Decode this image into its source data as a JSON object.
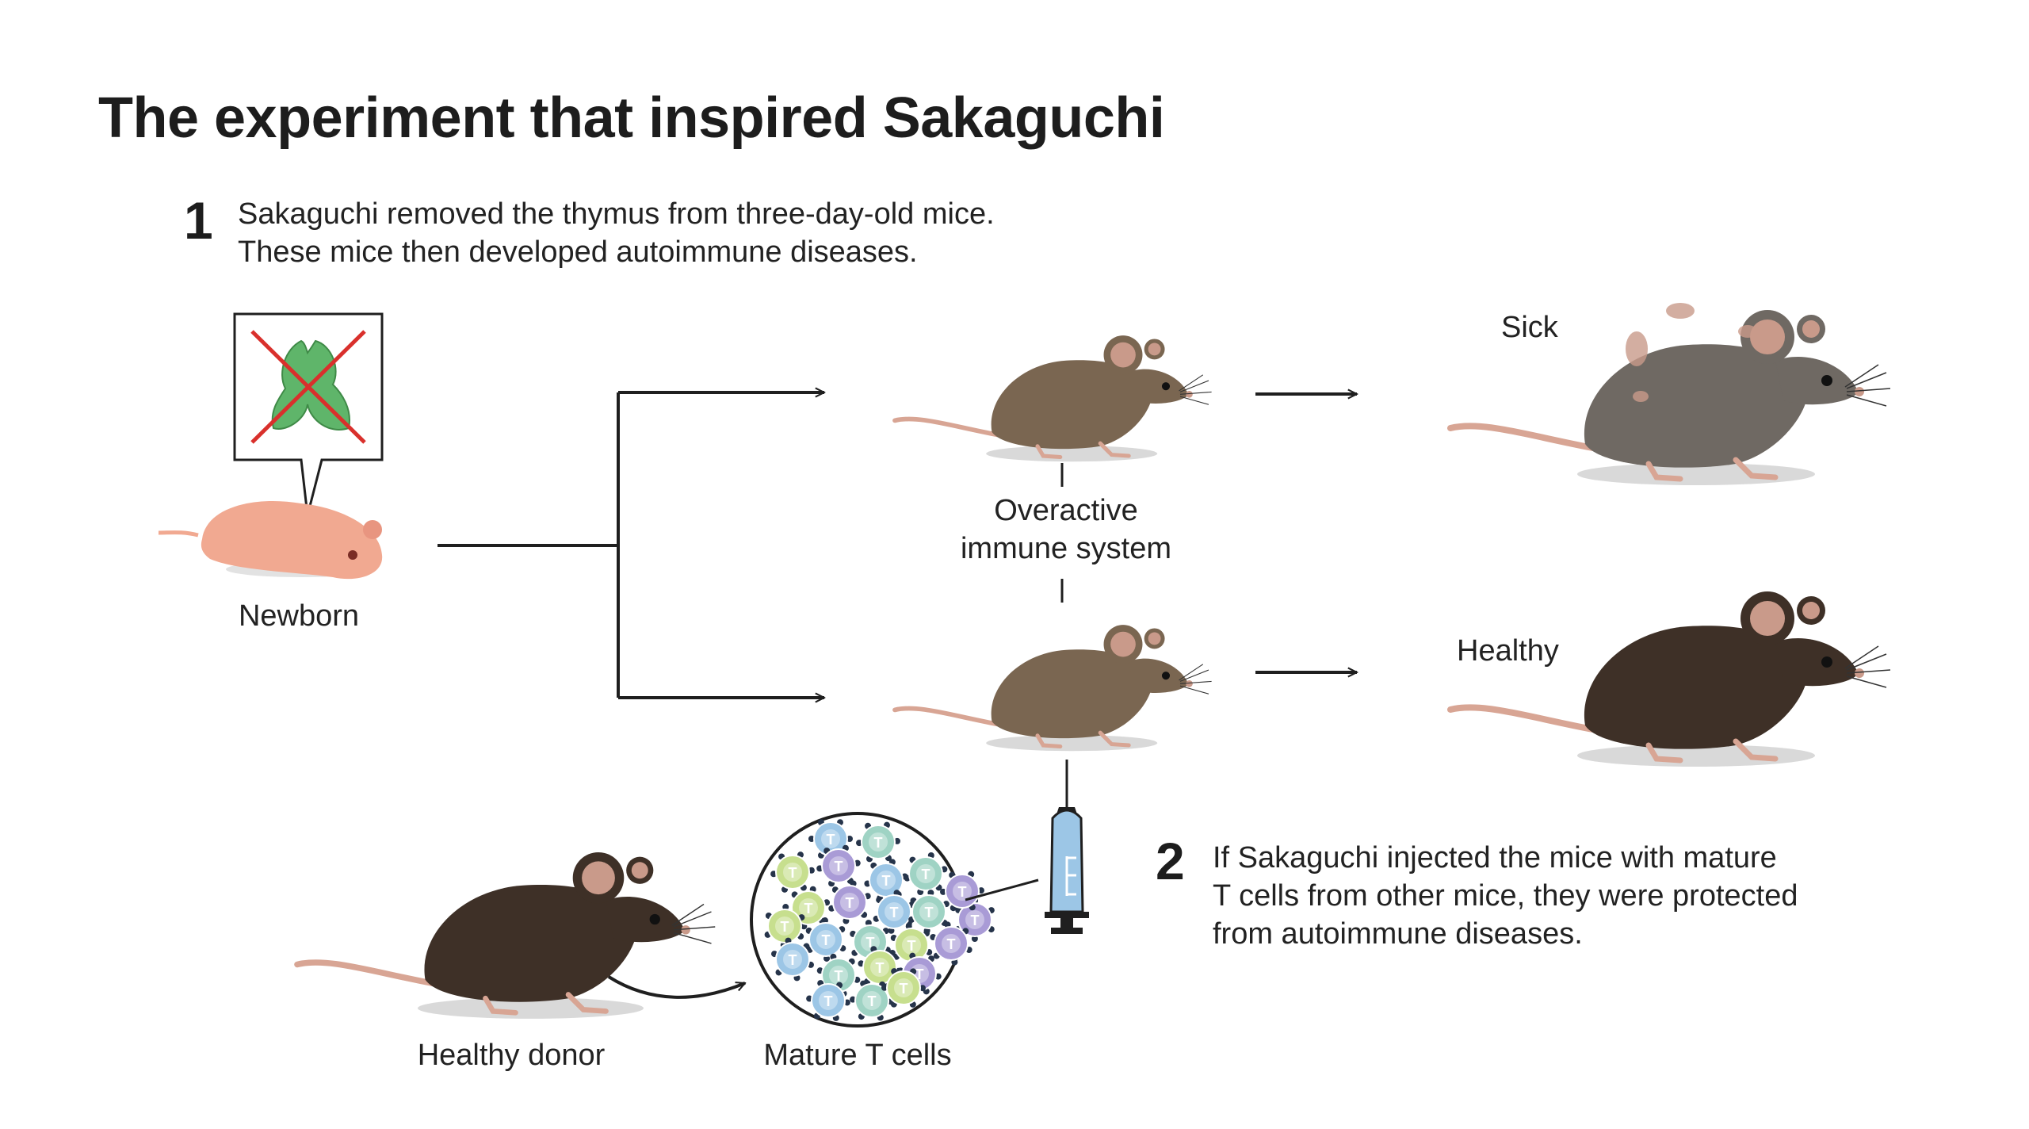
{
  "title": "The experiment that inspired Sakaguchi",
  "step1": {
    "number": "1",
    "line1": "Sakaguchi removed the thymus from three-day-old mice.",
    "line2": "These mice then developed autoimmune diseases."
  },
  "step2": {
    "number": "2",
    "line1": "If Sakaguchi injected the mice with mature",
    "line2": "T cells from other mice, they were protected",
    "line3": "from autoimmune diseases."
  },
  "labels": {
    "newborn": "Newborn",
    "overactive_line1": "Overactive",
    "overactive_line2": "immune system",
    "sick": "Sick",
    "healthy": "Healthy",
    "healthy_donor": "Healthy donor",
    "mature_t_cells": "Mature T cells",
    "t_cell_letter": "T"
  },
  "colors": {
    "thymus": "#5fb56a",
    "cross": "#d9302c",
    "newborn_skin": "#f1a991",
    "mouse_medium": "#7a6651",
    "mouse_sick": "#6f6963",
    "mouse_dark": "#3e3027",
    "ear_pink": "#c99a8a",
    "tail_pink": "#d8a594",
    "syringe_blue": "#9cc6e6",
    "tcell_colors": [
      "#9cc6e6",
      "#9fd3c4",
      "#c7df8e",
      "#a99bd6"
    ]
  }
}
